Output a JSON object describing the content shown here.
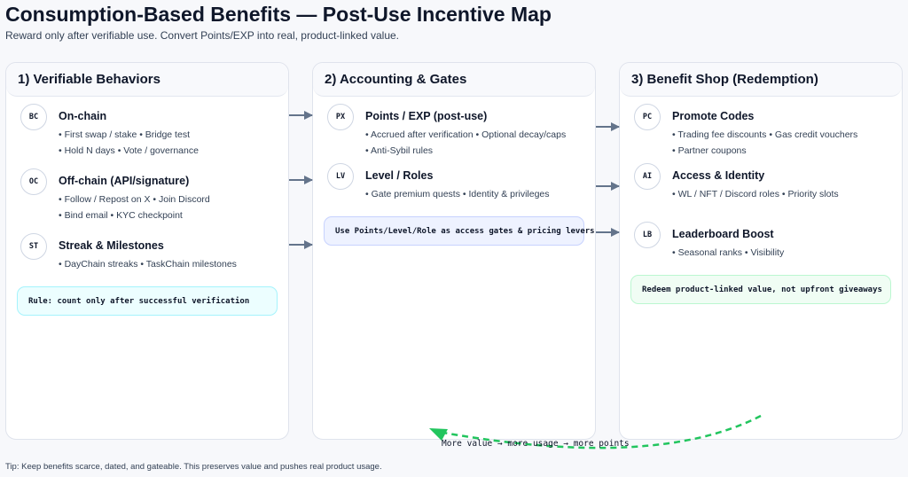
{
  "title": "Consumption-Based Benefits — Post-Use Incentive Map",
  "subtitle": "Reward only after verifiable use. Convert Points/EXP into real, product-linked value.",
  "panels": [
    {
      "title": "1) Verifiable Behaviors",
      "items": [
        {
          "badge": "BC",
          "title": "On-chain",
          "lines": [
            "• First swap / stake • Bridge test",
            "• Hold N days • Vote / governance"
          ]
        },
        {
          "badge": "OC",
          "title": "Off-chain (API/signature)",
          "lines": [
            "• Follow / Repost on X • Join Discord",
            "• Bind email • KYC checkpoint"
          ]
        },
        {
          "badge": "ST",
          "title": "Streak & Milestones",
          "lines": [
            "• DayChain streaks • TaskChain milestones"
          ]
        }
      ],
      "note": "Rule: count only after successful verification"
    },
    {
      "title": "2) Accounting & Gates",
      "items": [
        {
          "badge": "PX",
          "title": "Points / EXP (post-use)",
          "lines": [
            "• Accrued after verification • Optional decay/caps",
            "• Anti-Sybil rules"
          ]
        },
        {
          "badge": "LV",
          "title": "Level / Roles",
          "lines": [
            "• Gate premium quests • Identity & privileges"
          ]
        }
      ],
      "note": "Use Points/Level/Role as access gates & pricing levers"
    },
    {
      "title": "3) Benefit Shop (Redemption)",
      "items": [
        {
          "badge": "PC",
          "title": "Promote Codes",
          "lines": [
            "• Trading fee discounts • Gas credit vouchers",
            "• Partner coupons"
          ]
        },
        {
          "badge": "AI",
          "title": "Access & Identity",
          "lines": [
            "• WL / NFT / Discord roles • Priority slots"
          ]
        },
        {
          "badge": "LB",
          "title": "Leaderboard Boost",
          "lines": [
            "• Seasonal ranks • Visibility"
          ]
        }
      ],
      "note": "Redeem product-linked value, not upfront giveaways"
    }
  ],
  "loop_label": "More value → more usage → more points",
  "tip": "Tip: Keep benefits scarce, dated, and gateable. This preserves value and pushes real product usage.",
  "colors": {
    "arrow": "#64748b",
    "loop": "#22c55e",
    "note1_bg": "#ecfeff",
    "note2_bg": "#eef2ff",
    "note3_bg": "#f0fdf4"
  }
}
